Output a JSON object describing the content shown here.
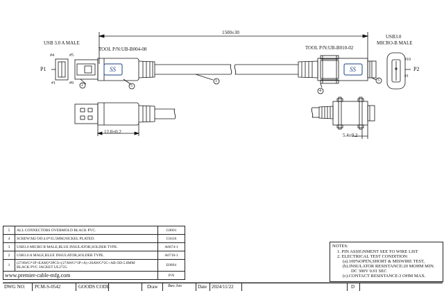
{
  "dimensions": {
    "length": "1500±30",
    "width_a": "12.0±0.2",
    "width_b": "5.4±0.2"
  },
  "connector_a": {
    "title": "USB 3.0 A MALE",
    "pin_top_left": "#4",
    "pin_top_right": "#5",
    "pin_bottom_left": "#1",
    "pin_bottom_right": "#9",
    "tool": "TOOL P/N:UB-B004-08",
    "logo": "SS"
  },
  "connector_b": {
    "title_line1": "USB3.0",
    "title_line2": "MICRO-B MALE",
    "pin_top": "#10",
    "pin_bottom": "#1",
    "tool": "TOOL P/N:UB-B010-02",
    "logo": "SS"
  },
  "ports": {
    "p1": "P1",
    "p2": "P2"
  },
  "balloons": [
    "1",
    "2",
    "3",
    "4",
    "5"
  ],
  "bom": [
    {
      "no": "5",
      "desc": "ALL CONNECTORS OVERMOLD BLACK PVC.",
      "code": "G0001"
    },
    {
      "no": "4",
      "desc": "SCREW:M2  OD:4.0*35.5MM,NICKEL PLATED.",
      "code": "C0416"
    },
    {
      "no": "3",
      "desc": "USB3.0 MICRO B MALE,BLUE INSULATOR,SOLDER TYPE.",
      "code": "A0674-1"
    },
    {
      "no": "2",
      "desc": "USB3.0 A MALE,BLUE INSULATOR,SOLDER TYPE.",
      "code": "A0710-1"
    },
    {
      "no": "1",
      "desc_line1": "(27AWG*1P+EAM)*2PCS+(27AWG*1P+A)+26AWG*2C+AB OD:5.8MM",
      "desc_line2": "BLACK PVC JACKET UL2725.",
      "code": "E0894"
    }
  ],
  "website": "www.premier-cable-mfg.com",
  "pn_label": "P/N",
  "notes": {
    "title": "NOTES:",
    "lines": [
      "1. PIN ASSIGNMENT SEE TO WIRE LIST",
      "2. ELECTRICAL TEST CONDITION:",
      "(a).100%OPEN,SHORT & MISWIRE TEST,",
      "(b).INSULATOR RESISTANCE:20 MOHM MIN.",
      "DC 300V 0.01 SEC",
      "(c).CONTACT RESISTANCE:3 OHM MAX."
    ]
  },
  "title_block": {
    "dwg_no_label": "DWG NO:",
    "dwg_no": "PCM-S-0542",
    "goods_code_label": "GOODS CODE",
    "draw_label": "Draw",
    "drawn_by": "Bao Jun",
    "date_label": "Date",
    "date": "2024/11/22",
    "rev": "D"
  }
}
